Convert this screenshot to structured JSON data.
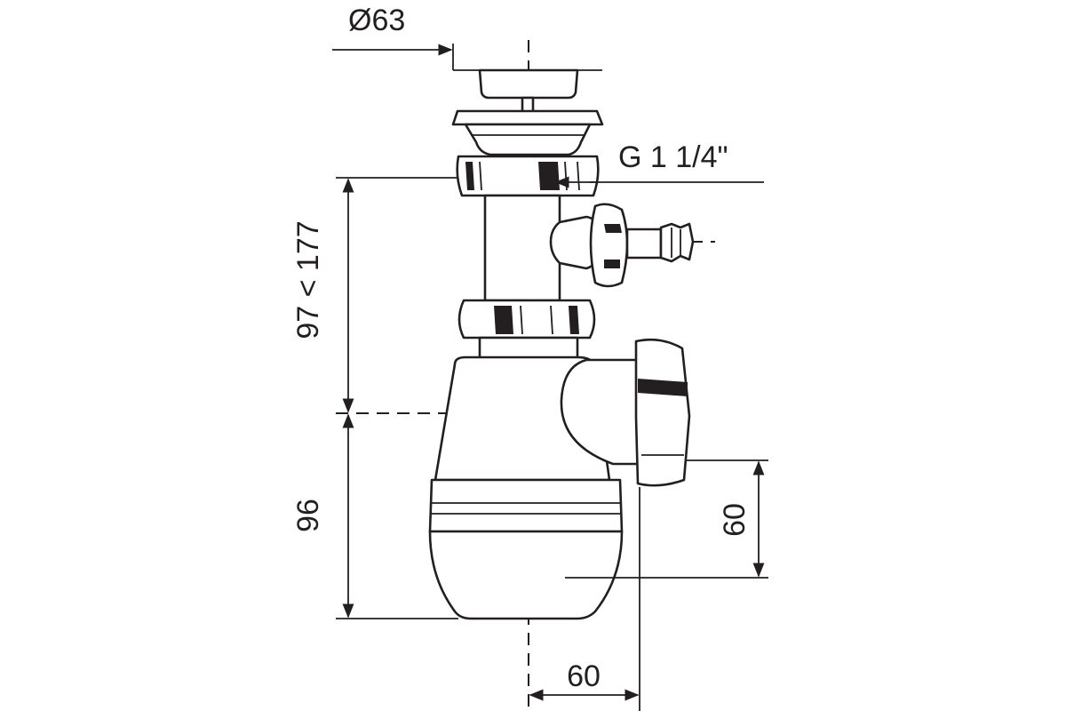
{
  "labels": {
    "diameter": "Ø63",
    "thread": "G 1 1/4\"",
    "adjustable_height": "97 < 177",
    "bottle_height": "96",
    "outlet_height": "60",
    "outlet_offset": "60"
  },
  "colors": {
    "line": "#231f20",
    "background": "#ffffff"
  }
}
